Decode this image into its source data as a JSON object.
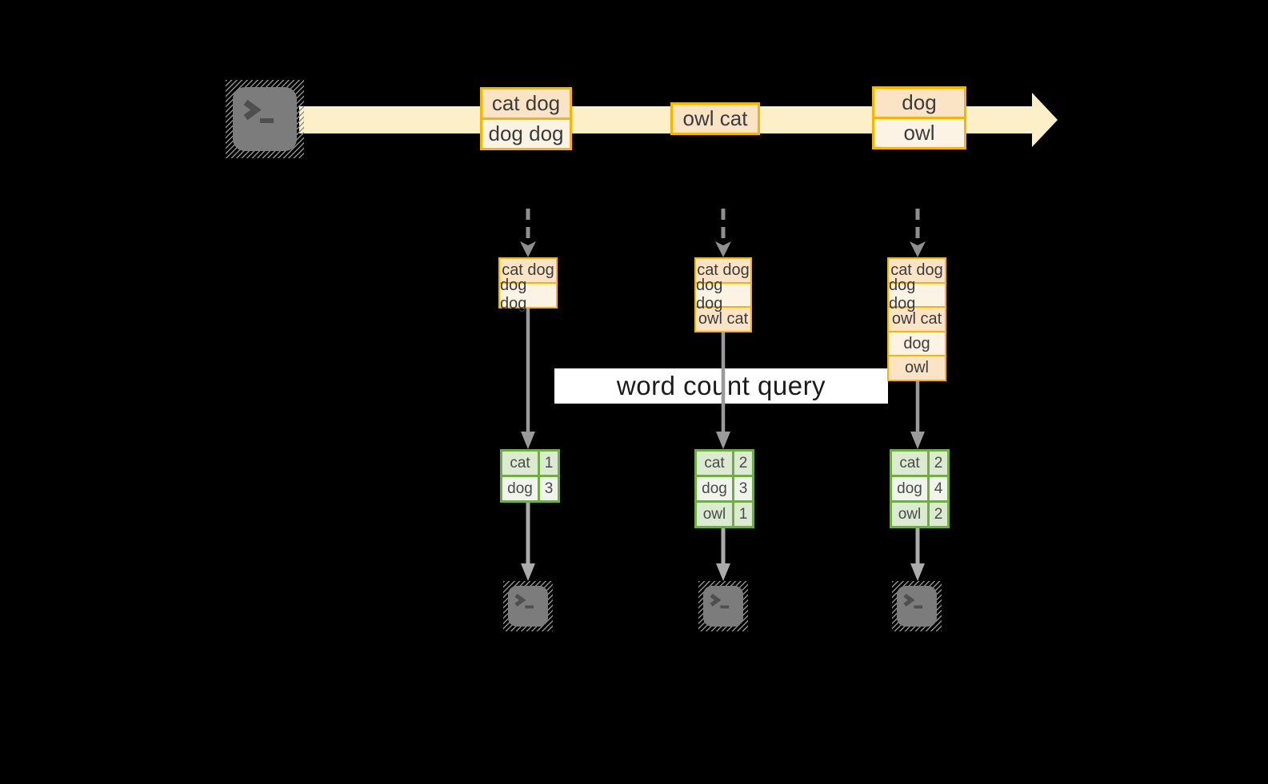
{
  "query_banner": {
    "label": "word count query"
  },
  "stream": {
    "source_icon": "terminal-prompt-icon",
    "events": [
      {
        "lines": [
          "cat dog",
          "dog dog"
        ]
      },
      {
        "lines": [
          "owl cat"
        ]
      },
      {
        "lines": [
          "dog",
          "owl"
        ]
      }
    ]
  },
  "pipelines": [
    {
      "buffer": [
        "cat dog",
        "dog dog"
      ],
      "counts": [
        {
          "word": "cat",
          "count": "1"
        },
        {
          "word": "dog",
          "count": "3"
        }
      ],
      "sink_icon": "terminal-prompt-icon"
    },
    {
      "buffer": [
        "cat dog",
        "dog dog",
        "owl cat"
      ],
      "counts": [
        {
          "word": "cat",
          "count": "2"
        },
        {
          "word": "dog",
          "count": "3"
        },
        {
          "word": "owl",
          "count": "1"
        }
      ],
      "sink_icon": "terminal-prompt-icon"
    },
    {
      "buffer": [
        "cat dog",
        "dog dog",
        "owl cat",
        "dog",
        "owl"
      ],
      "counts": [
        {
          "word": "cat",
          "count": "2"
        },
        {
          "word": "dog",
          "count": "4"
        },
        {
          "word": "owl",
          "count": "2"
        }
      ],
      "sink_icon": "terminal-prompt-icon"
    }
  ],
  "colors": {
    "background": "#000000",
    "gold_border": "#f7b500",
    "peach_fill": "#fbe3c5",
    "cream_fill": "#fdf3e4",
    "stream_band": "#fdf0c9",
    "green_border": "#70ad47",
    "green_fill_dark": "#dcead1",
    "green_fill_light": "#eff5ea",
    "banner_bg": "#ffffff",
    "arrow_gray": "#9a9a9a",
    "terminal_gray": "#7c7c7c"
  }
}
